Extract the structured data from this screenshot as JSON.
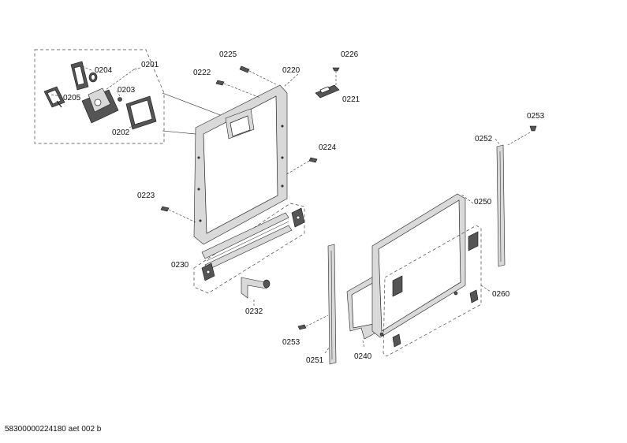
{
  "document_id": "58300000224180 aet 002 b",
  "callouts": {
    "c0201": "0201",
    "c0202": "0202",
    "c0203": "0203",
    "c0204": "0204",
    "c0205": "0205",
    "c0220": "0220",
    "c0221": "0221",
    "c0222": "0222",
    "c0223": "0223",
    "c0224": "0224",
    "c0225": "0225",
    "c0226": "0226",
    "c0230": "0230",
    "c0232": "0232",
    "c0240": "0240",
    "c0250": "0250",
    "c0251": "0251",
    "c0252": "0252",
    "c0253a": "0253",
    "c0253b": "0253",
    "c0260": "0260"
  }
}
